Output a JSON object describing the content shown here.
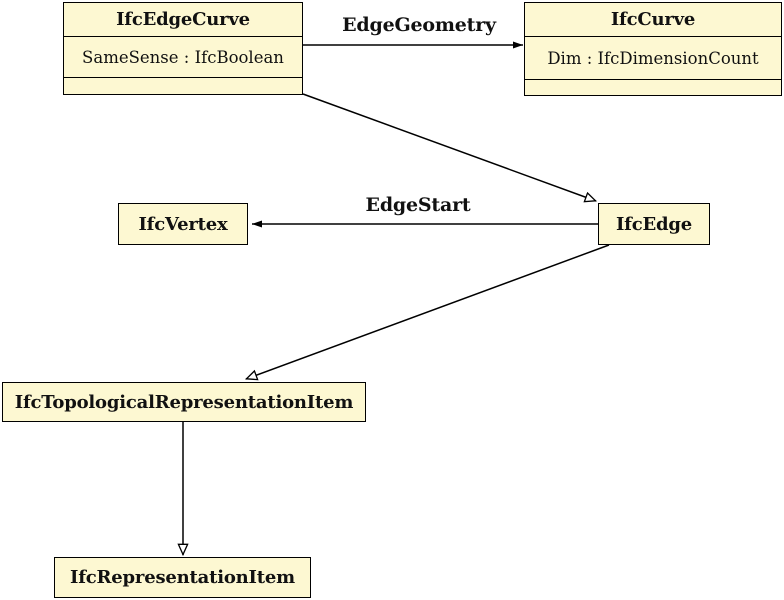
{
  "diagram": {
    "type": "uml-class-diagram",
    "background_color": "#FFFFFF",
    "node_fill_color": "#FDF8D2",
    "node_border_color": "#000000",
    "line_color": "#000000",
    "nodes": [
      {
        "id": "ifc-edge-curve",
        "title": "IfcEdgeCurve",
        "attributes": [
          "SameSense : IfcBoolean"
        ],
        "has_empty_compartment": true
      },
      {
        "id": "ifc-curve",
        "title": "IfcCurve",
        "attributes": [
          "Dim : IfcDimensionCount"
        ],
        "has_empty_compartment": true
      },
      {
        "id": "ifc-vertex",
        "title": "IfcVertex",
        "attributes": []
      },
      {
        "id": "ifc-edge",
        "title": "IfcEdge",
        "attributes": []
      },
      {
        "id": "ifc-topological-representation-item",
        "title": "IfcTopologicalRepresentationItem",
        "attributes": []
      },
      {
        "id": "ifc-representation-item",
        "title": "IfcRepresentationItem",
        "attributes": []
      }
    ],
    "edges": [
      {
        "from": "IfcEdgeCurve",
        "to": "IfcCurve",
        "label": "EdgeGeometry",
        "type": "association",
        "arrowhead": "filled"
      },
      {
        "from": "IfcEdgeCurve",
        "to": "IfcEdge",
        "label": "",
        "type": "generalization",
        "arrowhead": "open-triangle"
      },
      {
        "from": "IfcEdge",
        "to": "IfcVertex",
        "label": "EdgeStart",
        "type": "association",
        "arrowhead": "filled"
      },
      {
        "from": "IfcEdge",
        "to": "IfcTopologicalRepresentationItem",
        "label": "",
        "type": "generalization",
        "arrowhead": "open-triangle"
      },
      {
        "from": "IfcTopologicalRepresentationItem",
        "to": "IfcRepresentationItem",
        "label": "",
        "type": "generalization",
        "arrowhead": "open-triangle"
      }
    ]
  }
}
